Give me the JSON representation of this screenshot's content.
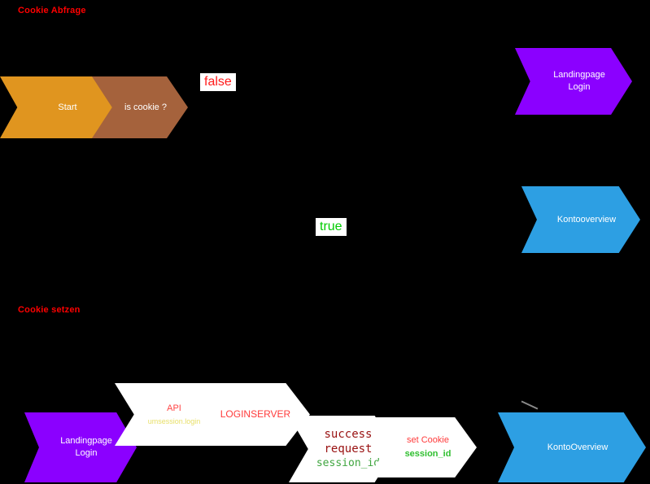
{
  "titles": {
    "section_top": "Cookie Abfrage",
    "section_bottom": "Cookie setzen"
  },
  "top_flow": {
    "start_label": "Start",
    "cookie_check_label": "is cookie ?",
    "false_branch": "false",
    "true_branch": "true",
    "landingpage_login": {
      "line1": "Landingpage",
      "line2": "Login"
    },
    "kontooverview_label": "Kontooverview"
  },
  "bottom_flow": {
    "landingpage_login": {
      "line1": "Landingpage",
      "line2": "Login"
    },
    "api": {
      "title": "API",
      "endpoint": "umsession.login"
    },
    "loginserver_label": "LOGINSERVER",
    "response": {
      "line1": "success",
      "line2": "request",
      "line3": "session_id"
    },
    "set_cookie": {
      "line1": "set Cookie",
      "line2": "session_id"
    },
    "kontooverview_label": "KontoOverview"
  },
  "colors": {
    "background": "#000000",
    "section_title": "#FF0000",
    "start_shape": "#E0951F",
    "cookie_check_shape": "#A5623C",
    "landingpage_shape": "#8B00FF",
    "kontooverview_shape": "#2D9FE3",
    "white_shape": "#FFFFFF",
    "false_text": "#FF1A1A",
    "true_text": "#00CC00",
    "api_title_text": "#FF4444",
    "api_endpoint_text": "#E8E06A",
    "loginserver_text": "#FF3B3B",
    "response_text": "#991111",
    "session_id_text": "#3FA53F",
    "set_cookie_text": "#FF3B3B",
    "set_cookie_session_text": "#2FBF2F"
  }
}
